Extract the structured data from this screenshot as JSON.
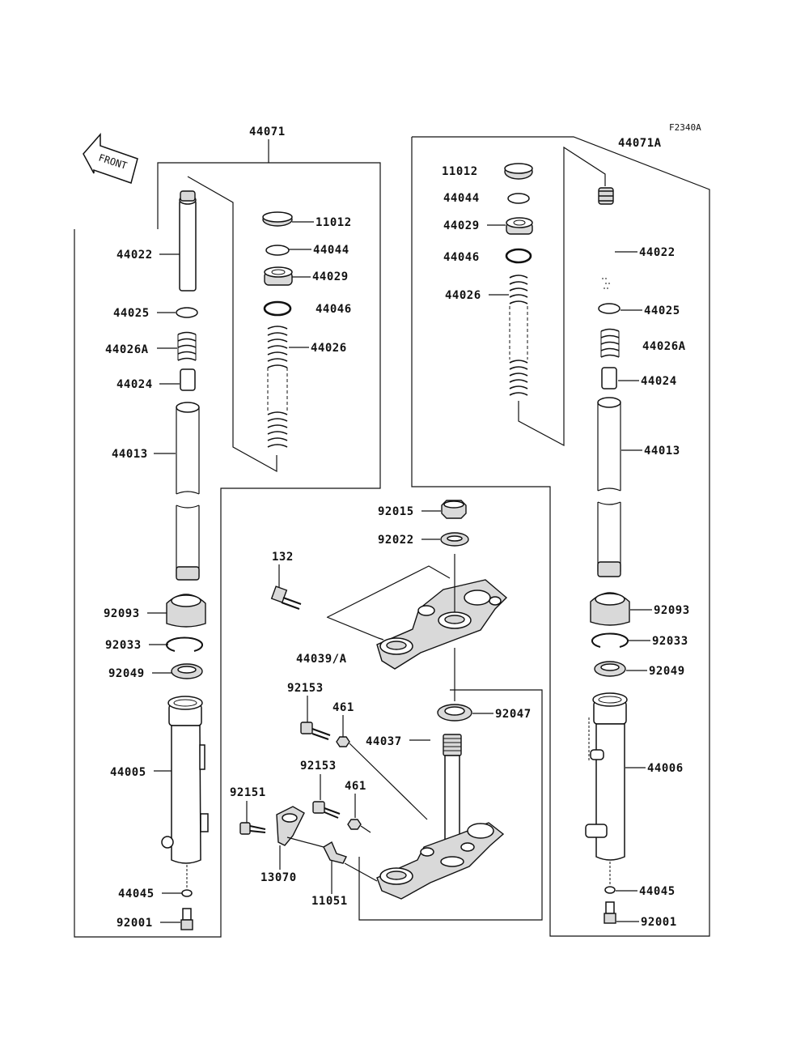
{
  "diagram_code": "F2340A",
  "front_label": "FRONT",
  "colors": {
    "line": "#111111",
    "background": "#ffffff",
    "shade": "#d9d9d9"
  },
  "groups": {
    "left_fork": "44071",
    "right_fork": "44071A"
  },
  "labels": {
    "l_44022": "44022",
    "l_44025": "44025",
    "l_44026A": "44026A",
    "l_44024": "44024",
    "l_44013": "44013",
    "l_92093": "92093",
    "l_92033": "92033",
    "l_92049": "92049",
    "l_44005": "44005",
    "l_44045": "44045",
    "l_92001": "92001",
    "l_11012": "11012",
    "l_44044": "44044",
    "l_44029": "44029",
    "l_44046": "44046",
    "l_44026": "44026",
    "r_11012": "11012",
    "r_44044": "44044",
    "r_44029": "44029",
    "r_44046": "44046",
    "r_44026": "44026",
    "r_44022": "44022",
    "r_44025": "44025",
    "r_44026A": "44026A",
    "r_44024": "44024",
    "r_44013": "44013",
    "r_92093": "92093",
    "r_92033": "92033",
    "r_92049": "92049",
    "r_44006": "44006",
    "r_44045": "44045",
    "r_92001": "92001",
    "c_92015": "92015",
    "c_92022": "92022",
    "c_132": "132",
    "c_44039": "44039/A",
    "c_92153a": "92153",
    "c_461a": "461",
    "c_44037": "44037",
    "c_92047": "92047",
    "c_92153b": "92153",
    "c_461b": "461",
    "c_92151": "92151",
    "c_13070": "13070",
    "c_11051": "11051"
  }
}
